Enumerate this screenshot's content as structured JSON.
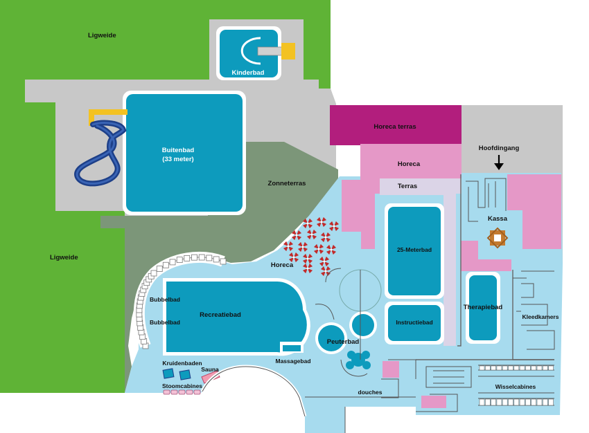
{
  "labels": {
    "ligweide_top": "Ligweide",
    "ligweide_left": "Ligweide",
    "kinderbad": "Kinderbad",
    "buitenbad_line1": "Buitenbad",
    "buitenbad_line2": "(33 meter)",
    "zonneterras": "Zonneterras",
    "horeca_terras": "Horeca terras",
    "horeca_inside": "Horeca",
    "terras": "Terras",
    "hoofdingang": "Hoofdingang",
    "kassa": "Kassa",
    "horeca_outdoor": "Horeca",
    "bad25": "25-Meterbad",
    "instructiebad": "Instructiebad",
    "therapiebad": "Therapiebad",
    "kleedkamers": "Kleedkamers",
    "bubbelbad_1": "Bubbelbad",
    "bubbelbad_2": "Bubbelbad",
    "recreatiebad": "Recreatiebad",
    "peuterbad": "Peuterbad",
    "kruidenbaden": "Kruidenbaden",
    "sauna": "Sauna",
    "massagebad": "Massagebad",
    "stoomcabines": "Stoomcabines",
    "douches": "douches",
    "wisselcabines": "Wisselcabines"
  },
  "colors": {
    "grass": "#5fb336",
    "pavement": "#c8c8c8",
    "terrace": "#7c9679",
    "indoor": "#a7dbee",
    "pool": "#0d9bbd",
    "magenta": "#b21e7d",
    "pink": "#e598c7",
    "lilac": "#dbd4e7",
    "yellow": "#f3c222",
    "slide": "#1d3f88",
    "umbrella": "#c22a2a",
    "kassa": "#c47a2e"
  },
  "icons": {
    "entrance": "arrow-down-icon",
    "umbrella": "umbrella-icon",
    "slide": "water-slide-icon",
    "kassa": "ticket-desk-icon"
  }
}
